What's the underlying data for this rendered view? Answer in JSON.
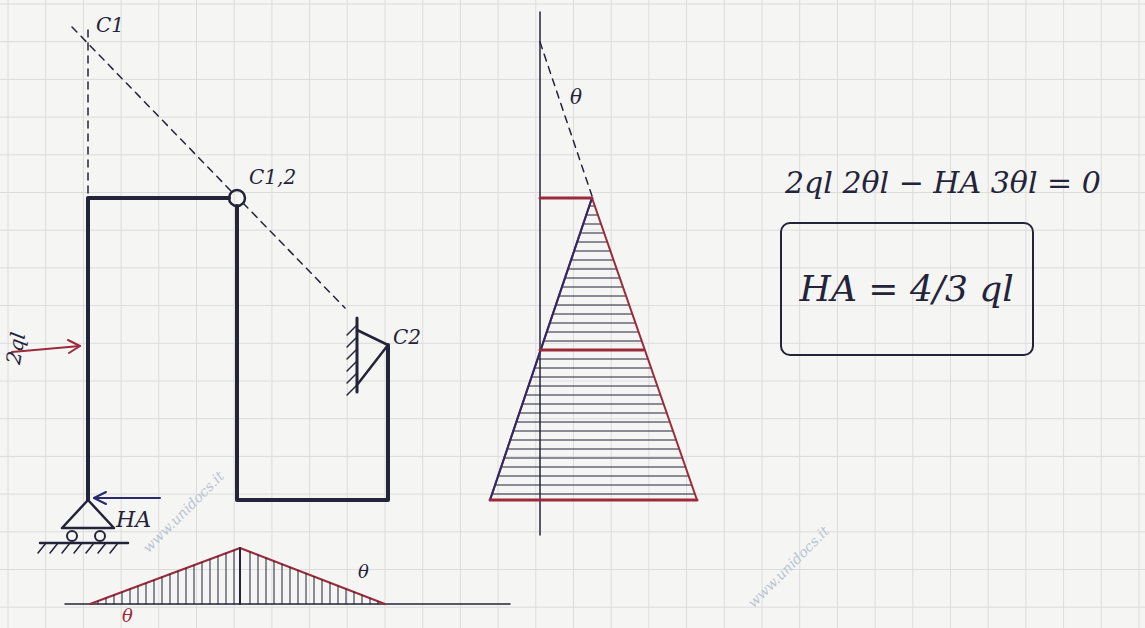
{
  "diagram": {
    "nodes": [
      {
        "text": [
          "HA = 4/3 ql"
        ]
      }
    ],
    "labels": [
      "C1",
      "C1,2",
      "C2",
      "2ql",
      "HA",
      "θ",
      "θ",
      "θ",
      "2ql 2θl − HA 3θl = 0",
      "www.unidocs.it",
      "www.unidocs.it"
    ]
  }
}
